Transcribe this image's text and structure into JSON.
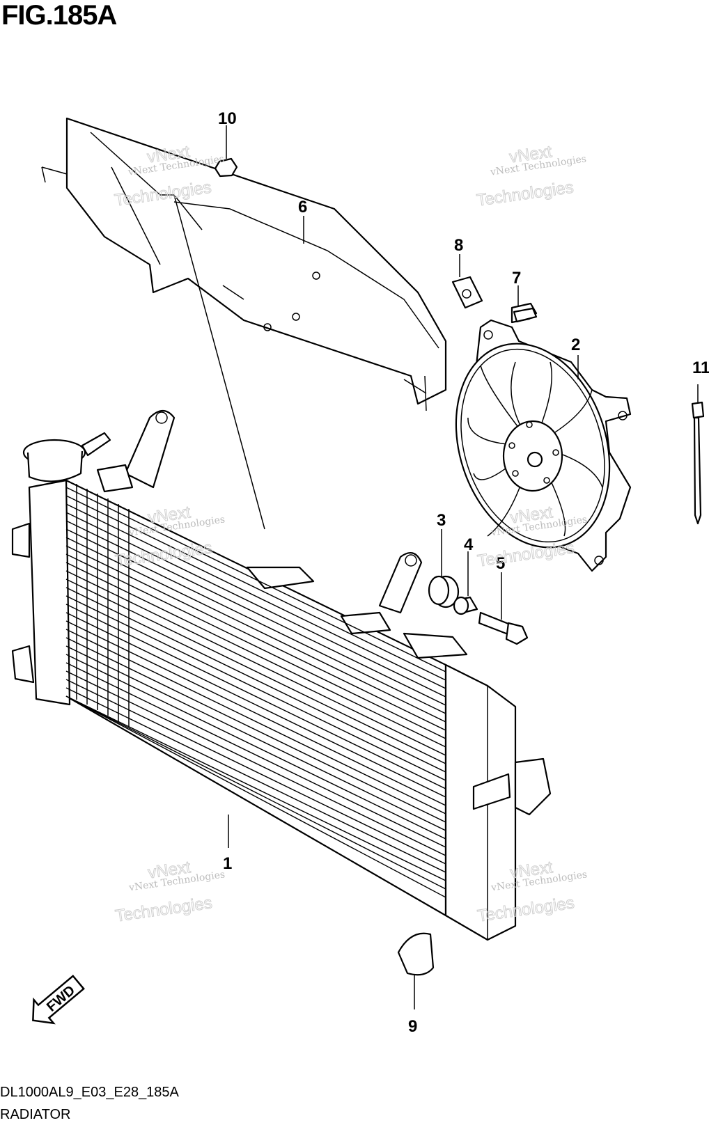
{
  "header": {
    "figure_title": "FIG.185A"
  },
  "footer": {
    "diagram_code": "DL1000AL9_E03_E28_185A",
    "section_name": "RADIATOR"
  },
  "callouts": [
    "1",
    "2",
    "3",
    "4",
    "5",
    "6",
    "7",
    "8",
    "9",
    "10",
    "11"
  ],
  "watermark": {
    "line1": "vNext Technologies",
    "line2": "vNext",
    "line3": "Technologies"
  },
  "orientation_badge": {
    "label": "FWD"
  }
}
